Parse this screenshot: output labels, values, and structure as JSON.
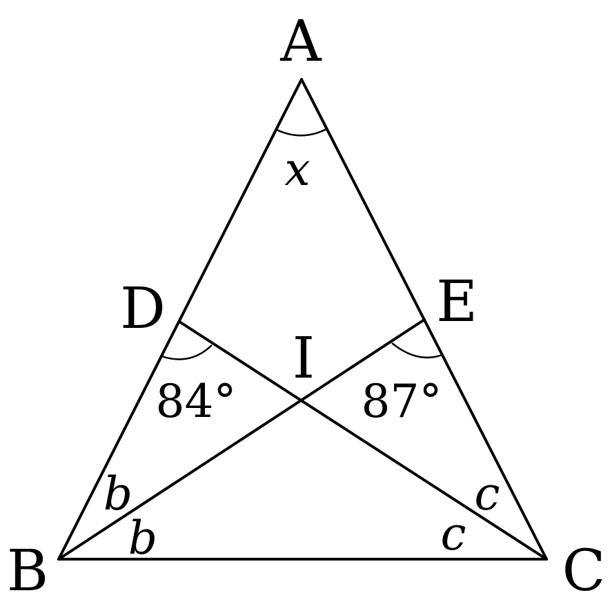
{
  "points": {
    "A": "A",
    "B": "B",
    "C": "C",
    "D": "D",
    "E": "E",
    "I": "I"
  },
  "angles": {
    "apex": "x",
    "angle_at_D": "84°",
    "angle_at_E": "87°",
    "b_upper": "b",
    "b_lower": "b",
    "c_upper": "c",
    "c_lower": "c"
  }
}
